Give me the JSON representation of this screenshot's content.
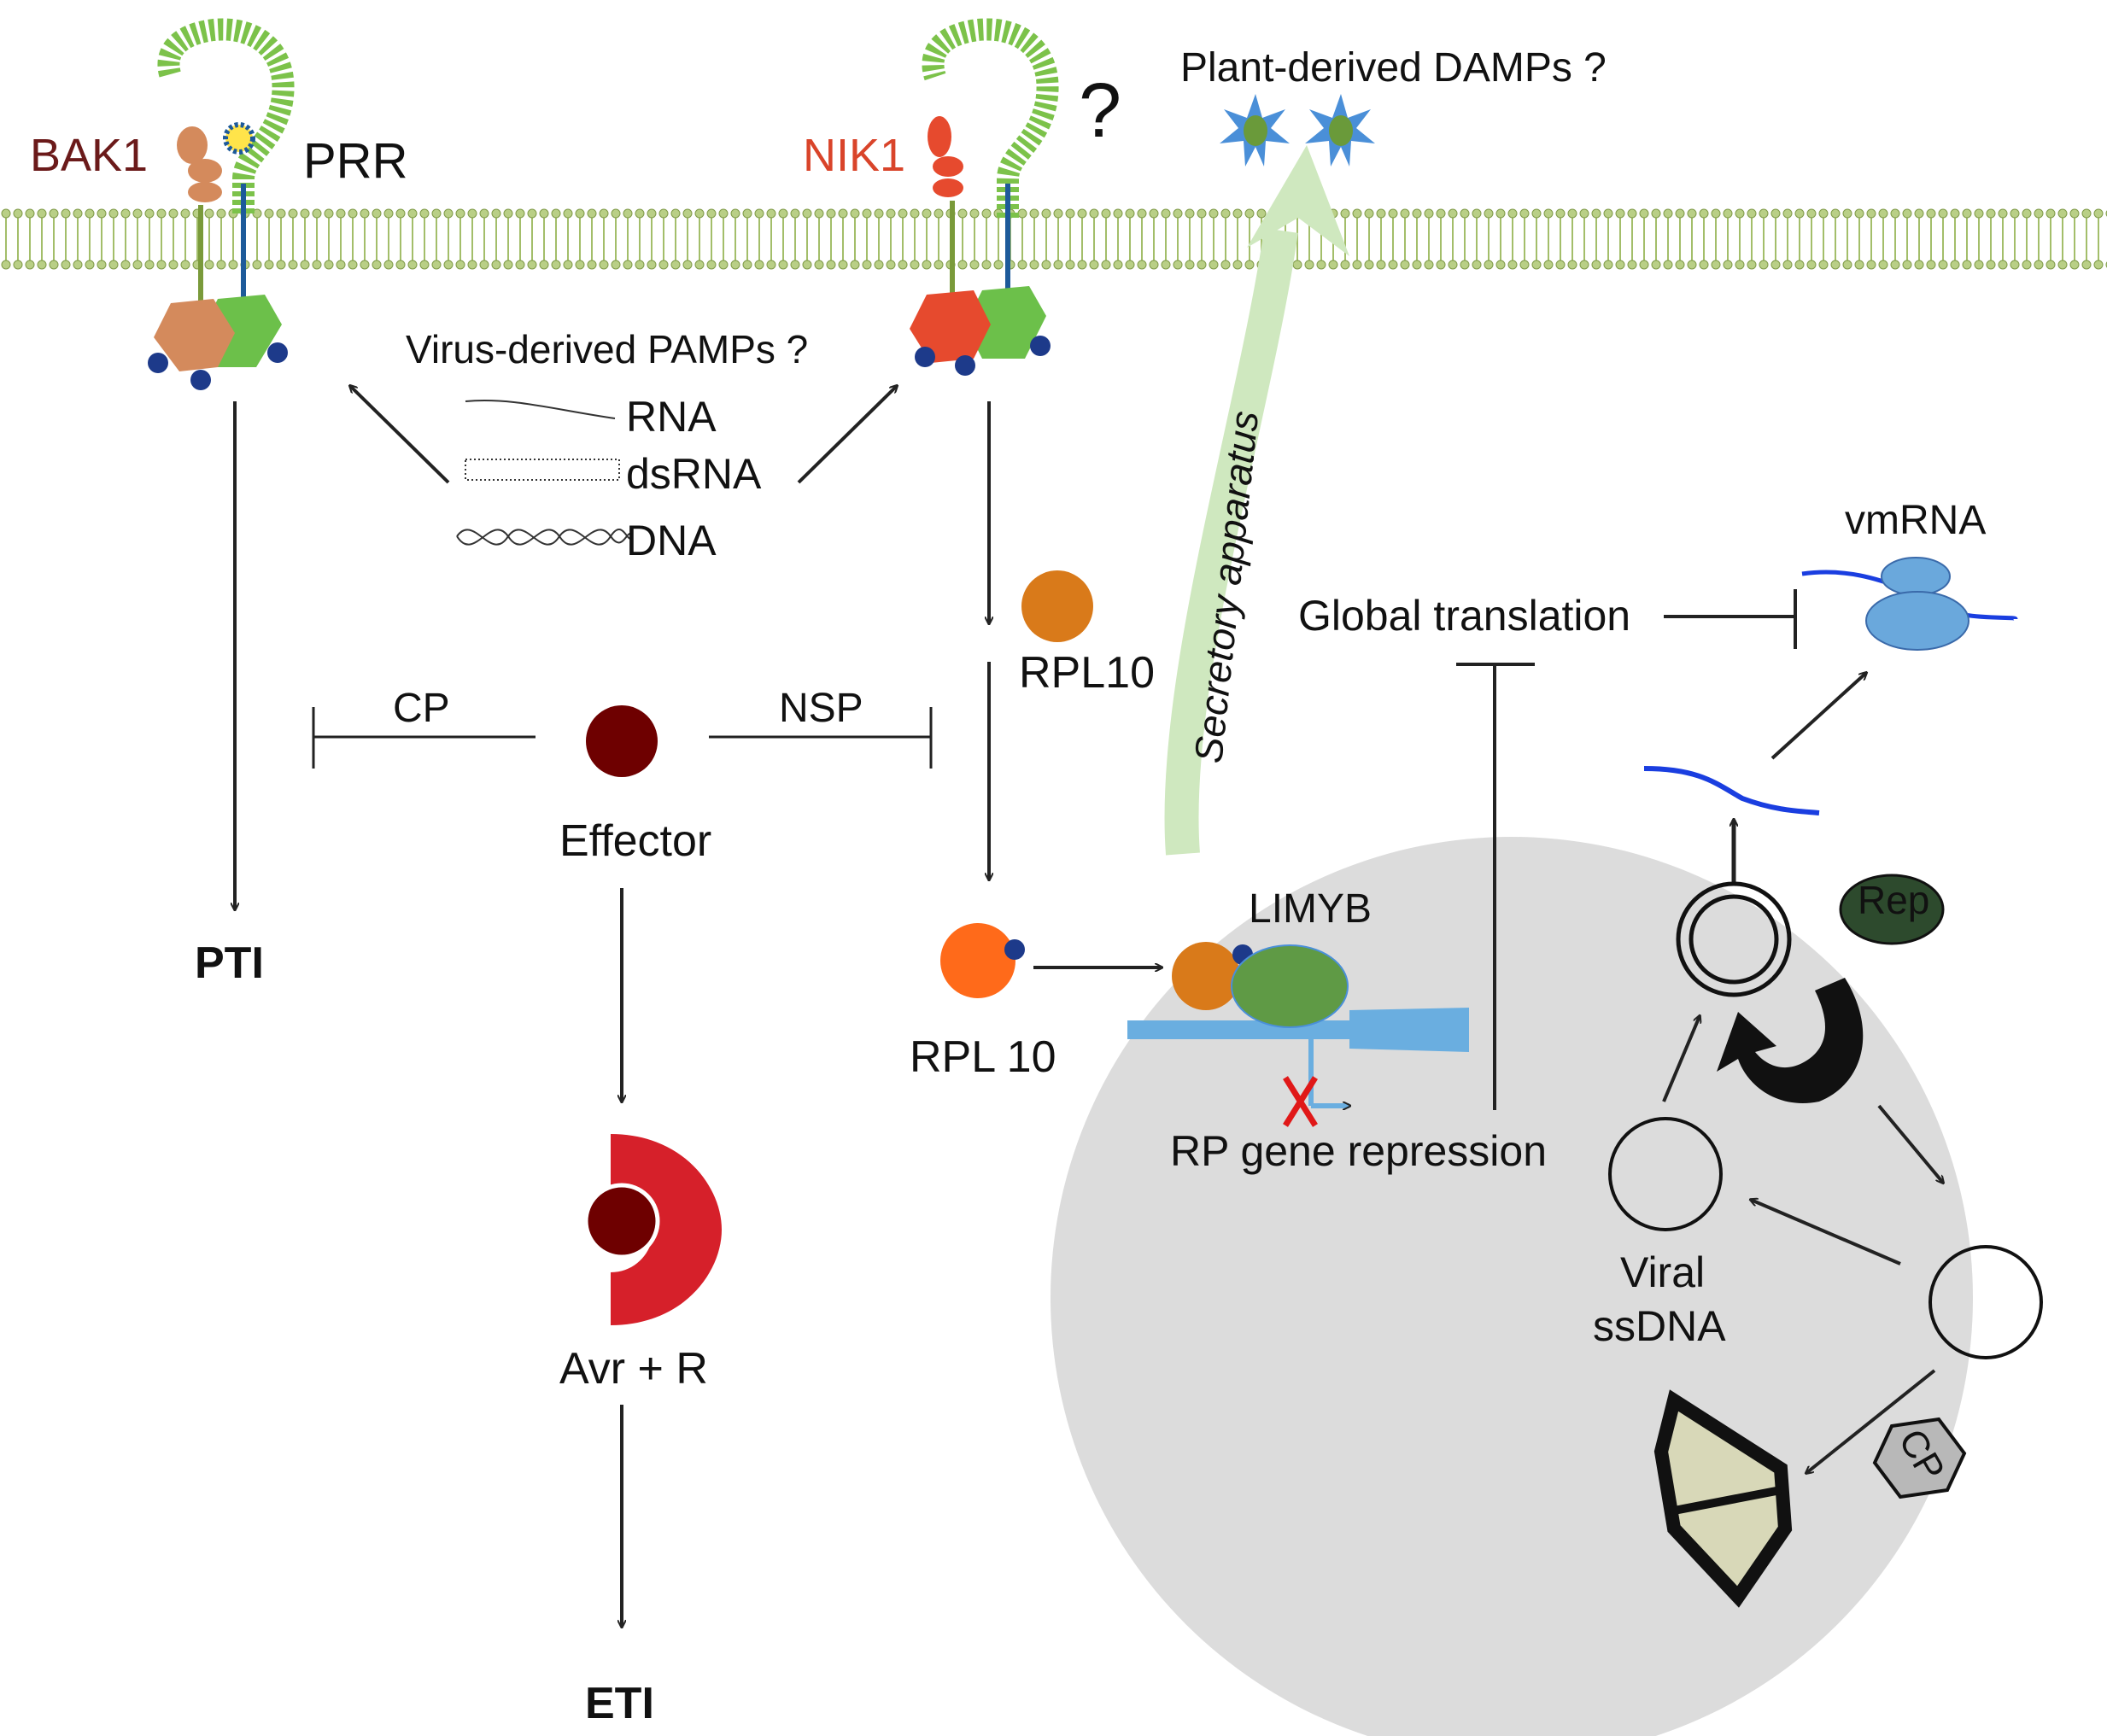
{
  "labels": {
    "bak1": "BAK1",
    "prr": "PRR",
    "nik1": "NIK1",
    "question": "?",
    "damps": "Plant-derived DAMPs ?",
    "pamps": "Virus-derived PAMPs ?",
    "rna": "RNA",
    "dsrna": "dsRNA",
    "dna": "DNA",
    "secretory": "Secretory apparatus",
    "vmrna": "vmRNA",
    "global_translation": "Global translation",
    "rpl10_top": "RPL10",
    "rpl10_bottom": "RPL 10",
    "cp_left": "CP",
    "nsp": "NSP",
    "effector": "Effector",
    "pti": "PTI",
    "limyb": "LIMYB",
    "rp_repression": "RP gene repression",
    "rep": "Rep",
    "viral": "Viral",
    "ssdna": "ssDNA",
    "cp_capsid": "CP",
    "avr_r": "Avr + R",
    "eti": "ETI"
  },
  "colors": {
    "bak1_text": "#6b1a1a",
    "nik1_text": "#d9442a",
    "lrr_green": "#7cc24a",
    "bak1_orange": "#d48a5c",
    "nik1_red": "#e64a2e",
    "kinase_green": "#6cc04a",
    "phospho_blue": "#1d3a8a",
    "membrane": "#a3be6a",
    "secretory_arrow": "#cfe8bf",
    "nucleus": "#dcdcdc",
    "rpl10_orange": "#d97a1a",
    "rpl10_bright": "#ff6a1a",
    "effector": "#6e0000",
    "r_protein": "#d6202a",
    "limyb_green": "#5f9a45",
    "promoter_blue": "#6aaee0",
    "ribosome_blue": "#6aa8dc",
    "mrna_blue": "#1a3ee0",
    "rep_dark": "#2d4a2d",
    "capsid_fill": "#d8d8b8"
  }
}
